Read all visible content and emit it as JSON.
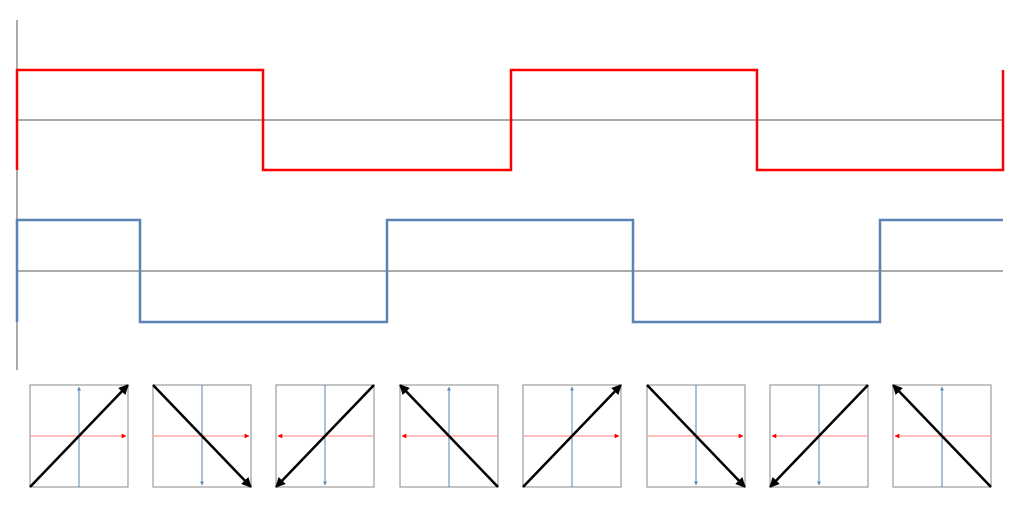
{
  "colors": {
    "red_signal": "#ff0000",
    "blue_signal": "#5b84b5",
    "axis": "#555555",
    "box_border": "#888888",
    "resultant": "#000000",
    "red_axis_light": "#ff9999",
    "blue_axis_light": "#a9bfdc"
  },
  "red_signal_levels": [
    1,
    -1,
    1,
    -1
  ],
  "blue_signal_levels": [
    1,
    -1,
    1,
    -1,
    1
  ],
  "phases": [
    {
      "red": 1,
      "blue": 1
    },
    {
      "red": 1,
      "blue": -1
    },
    {
      "red": -1,
      "blue": -1
    },
    {
      "red": -1,
      "blue": 1
    },
    {
      "red": 1,
      "blue": 1
    },
    {
      "red": 1,
      "blue": -1
    },
    {
      "red": -1,
      "blue": -1
    },
    {
      "red": -1,
      "blue": 1
    }
  ]
}
